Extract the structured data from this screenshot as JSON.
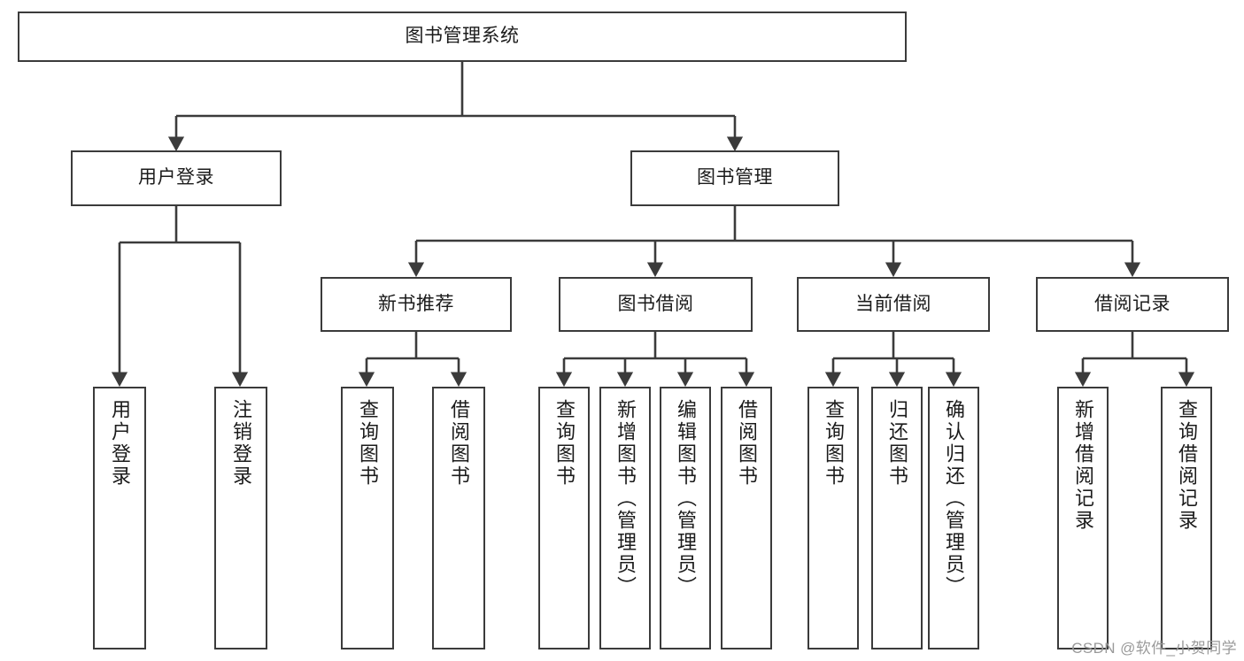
{
  "diagram": {
    "type": "tree-hierarchy",
    "title": "图书管理系统",
    "watermark": "CSDN @软件_小贺同学",
    "colors": {
      "stroke": "#3b3b3b",
      "fill": "#ffffff",
      "text": "#1b1b1b",
      "watermark": "#9a9a9a"
    },
    "nodes": {
      "root": {
        "label": "图书管理系统"
      },
      "level2": [
        {
          "id": "user-login",
          "label": "用户登录"
        },
        {
          "id": "book-manage",
          "label": "图书管理"
        }
      ],
      "level3": [
        {
          "id": "new-book-recommend",
          "label": "新书推荐"
        },
        {
          "id": "book-borrow",
          "label": "图书借阅"
        },
        {
          "id": "current-borrow",
          "label": "当前借阅"
        },
        {
          "id": "borrow-record",
          "label": "借阅记录"
        }
      ],
      "leaves": {
        "user-login": [
          {
            "id": "leaf-user-login",
            "label": "用户登录"
          },
          {
            "id": "leaf-logout-login",
            "label": "注销登录"
          }
        ],
        "new-book-recommend": [
          {
            "id": "leaf-query-book-1",
            "label": "查询图书"
          },
          {
            "id": "leaf-borrow-book-1",
            "label": "借阅图书"
          }
        ],
        "book-borrow": [
          {
            "id": "leaf-query-book-2",
            "label": "查询图书"
          },
          {
            "id": "leaf-add-book",
            "label": "新增图书（管理员）"
          },
          {
            "id": "leaf-edit-book",
            "label": "编辑图书（管理员）"
          },
          {
            "id": "leaf-borrow-book-2",
            "label": "借阅图书"
          }
        ],
        "current-borrow": [
          {
            "id": "leaf-query-book-3",
            "label": "查询图书"
          },
          {
            "id": "leaf-return-book",
            "label": "归还图书"
          },
          {
            "id": "leaf-confirm-return",
            "label": "确认归还（管理员）"
          }
        ],
        "borrow-record": [
          {
            "id": "leaf-add-record",
            "label": "新增借阅记录"
          },
          {
            "id": "leaf-query-record",
            "label": "查询借阅记录"
          }
        ]
      }
    }
  }
}
